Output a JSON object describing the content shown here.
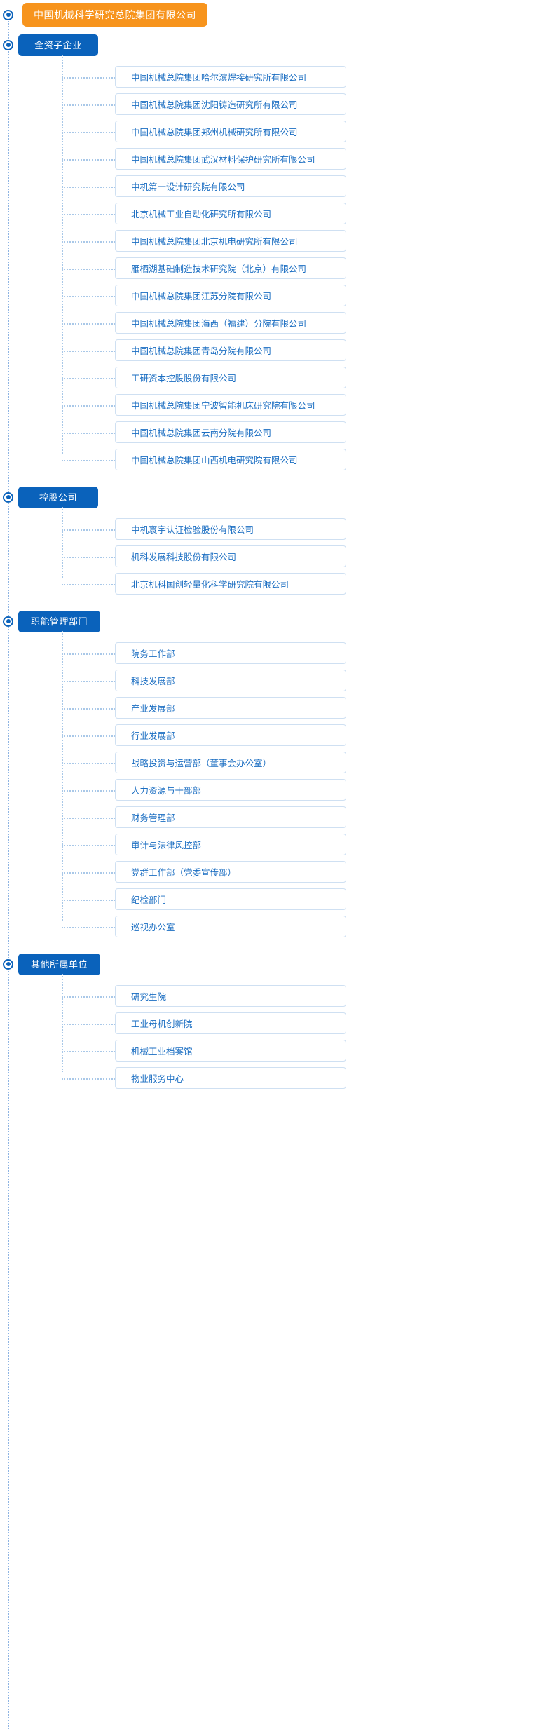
{
  "page": {
    "title": "中国机械科学研究总院集团有限公司",
    "colors": {
      "root_chip_bg": "#f7941d",
      "section_chip_bg": "#0a62bb",
      "item_text": "#1b6ec2",
      "item_border": "#cfe0f2",
      "connector": "#a9c8e8",
      "background": "#ffffff"
    }
  },
  "root": {
    "label": "中国机械科学研究总院集团有限公司",
    "bullet_icon": "radio-dot-icon"
  },
  "sections": [
    {
      "label": "全资子企业",
      "bullet_icon": "radio-dot-icon",
      "items": [
        "中国机械总院集团哈尔滨焊接研究所有限公司",
        "中国机械总院集团沈阳铸造研究所有限公司",
        "中国机械总院集团郑州机械研究所有限公司",
        "中国机械总院集团武汉材料保护研究所有限公司",
        "中机第一设计研究院有限公司",
        "北京机械工业自动化研究所有限公司",
        "中国机械总院集团北京机电研究所有限公司",
        "雁栖湖基础制造技术研究院（北京）有限公司",
        "中国机械总院集团江苏分院有限公司",
        "中国机械总院集团海西（福建）分院有限公司",
        "中国机械总院集团青岛分院有限公司",
        "工研资本控股股份有限公司",
        "中国机械总院集团宁波智能机床研究院有限公司",
        "中国机械总院集团云南分院有限公司",
        "中国机械总院集团山西机电研究院有限公司"
      ]
    },
    {
      "label": "控股公司",
      "bullet_icon": "radio-dot-icon",
      "items": [
        "中机寰宇认证检验股份有限公司",
        "机科发展科技股份有限公司",
        "北京机科国创轻量化科学研究院有限公司"
      ]
    },
    {
      "label": "职能管理部门",
      "bullet_icon": "radio-dot-icon",
      "items": [
        "院务工作部",
        "科技发展部",
        "产业发展部",
        "行业发展部",
        "战略投资与运营部（董事会办公室）",
        "人力资源与干部部",
        "财务管理部",
        "审计与法律风控部",
        "党群工作部（党委宣传部）",
        "纪检部门",
        "巡视办公室"
      ]
    },
    {
      "label": "其他所属单位",
      "bullet_icon": "radio-dot-icon",
      "items": [
        "研究生院",
        "工业母机创新院",
        "机械工业档案馆",
        "物业服务中心"
      ]
    }
  ]
}
